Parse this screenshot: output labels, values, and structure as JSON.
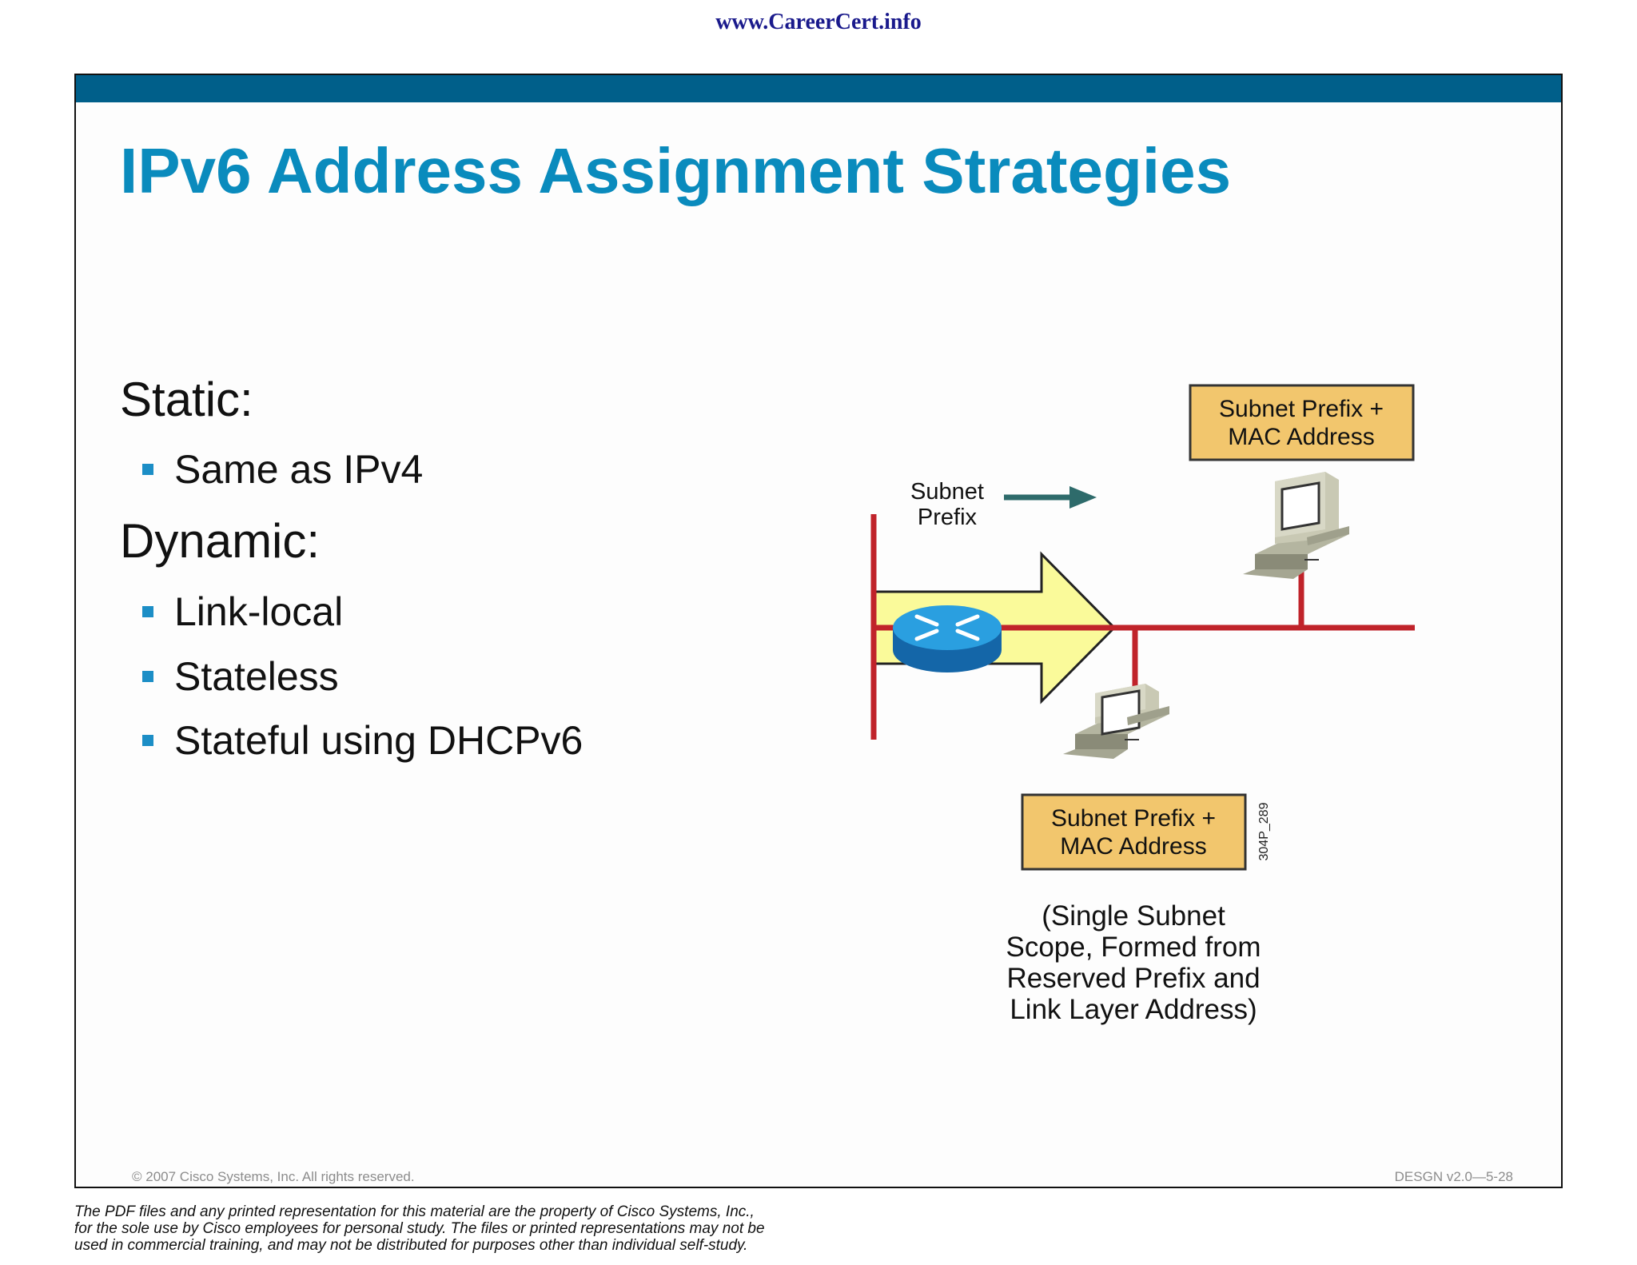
{
  "header": {
    "site_url": "www.CareerCert.info"
  },
  "slide": {
    "title": "IPv6 Address Assignment Strategies",
    "sections": [
      {
        "label": "Static:",
        "bullets": [
          "Same as IPv4"
        ]
      },
      {
        "label": "Dynamic:",
        "bullets": [
          "Link-local",
          "Stateless",
          "Stateful using DHCPv6"
        ]
      }
    ]
  },
  "diagram": {
    "subnet_prefix_label": [
      "Subnet",
      "Prefix"
    ],
    "top_box_label": [
      "Subnet Prefix +",
      "MAC Address"
    ],
    "bottom_box_label": [
      "Subnet Prefix +",
      "MAC Address"
    ],
    "figure_id": "304P_289",
    "caption": [
      "(Single Subnet",
      "Scope, Formed from",
      "Reserved Prefix and",
      "Link Layer Address)"
    ],
    "colors": {
      "network_line": "#c0232a",
      "arrow_fill": "#fafa9a",
      "address_box": "#f2c66d",
      "router": "#1a8fd3",
      "prefix_arrow": "#2e6b6b"
    },
    "icons": [
      "router-icon",
      "computer-icon"
    ]
  },
  "footer": {
    "copyright": "© 2007 Cisco Systems, Inc. All rights reserved.",
    "slide_number": "DESGN v2.0—5-28"
  },
  "disclaimer": [
    "The PDF files and any printed representation for this material are the property of Cisco Systems, Inc.,",
    "for the sole use by Cisco employees for personal study. The files or printed representations may not be",
    "used in commercial training, and may not be distributed for purposes other than individual self-study."
  ]
}
